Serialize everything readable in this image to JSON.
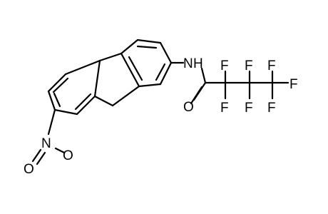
{
  "molecule": {
    "atoms": {
      "nitrogen_amide": "N",
      "hydrogen_amide": "H",
      "oxygen_carbonyl": "O",
      "fluorines": [
        "F",
        "F",
        "F",
        "F",
        "F",
        "F",
        "F"
      ],
      "nitro_nitrogen": "N",
      "nitro_oxygen_top": "O",
      "nitro_oxygen_bottom": "O"
    }
  },
  "colors": {
    "bond": "#000000",
    "text": "#000000",
    "background": "#ffffff"
  }
}
